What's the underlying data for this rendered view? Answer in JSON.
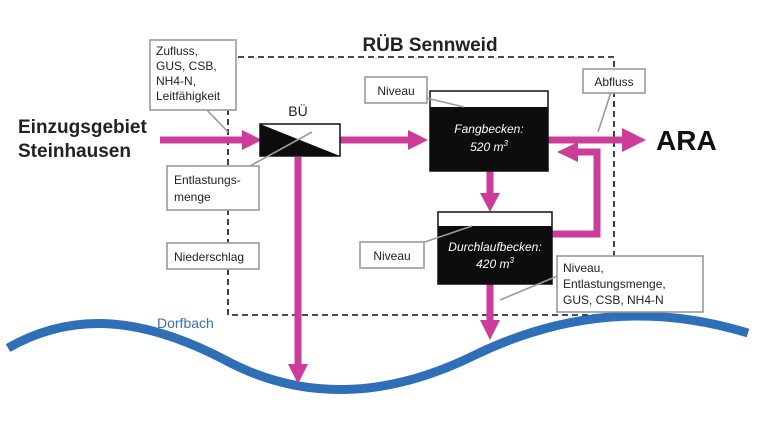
{
  "title": "RÜB Sennweid",
  "source": {
    "line1": "Einzugsgebiet",
    "line2": "Steinhausen"
  },
  "target": "ARA",
  "overflow_structure": {
    "label": "BÜ"
  },
  "basins": {
    "fang": {
      "name": "Fangbecken:",
      "volume": "520 m",
      "unit_sup": "3"
    },
    "durchlauf": {
      "name": "Durchlaufbecken:",
      "volume": "420 m",
      "unit_sup": "3"
    }
  },
  "callouts": {
    "zufluss": [
      "Zufluss,",
      "GUS, CSB,",
      "NH4-N,",
      "Leitfähigkeit"
    ],
    "entlastung": [
      "Entlastungs-",
      "menge"
    ],
    "niederschlag": "Niederschlag",
    "niveau_top": "Niveau",
    "niveau_bottom": "Niveau",
    "abfluss": "Abfluss",
    "outlet": [
      "Niveau,",
      "Entlastungsmenge,",
      "GUS, CSB, NH4-N"
    ]
  },
  "stream": "Dorfbach",
  "colors": {
    "flow": "#cc3d99",
    "stream": "#2f6fb8",
    "basin": "#0d0d0d",
    "callout_border": "#9a9a9a",
    "dashed_border": "#111111"
  }
}
